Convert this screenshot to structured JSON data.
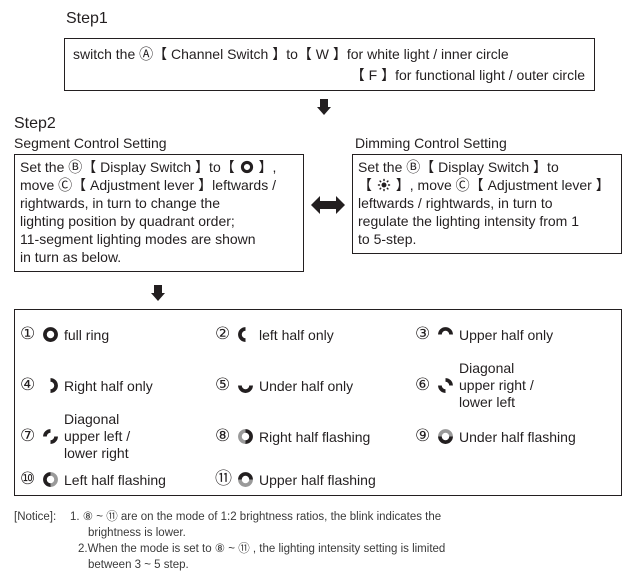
{
  "step1": {
    "title": "Step1",
    "line1": "switch the Ⓐ【 Channel Switch 】to【 W 】for white light / inner circle",
    "line2": "【 F 】for functional light / outer circle"
  },
  "step2": {
    "title": "Step2",
    "segment_heading": "Segment Control Setting",
    "dimming_heading": "Dimming Control Setting",
    "segment_lines": [
      "Set the Ⓑ【 Display Switch 】to【",
      "move Ⓒ【 Adjustment lever 】leftwards /",
      "rightwards, in turn to change the",
      "lighting position by quadrant order;",
      "11-segment lighting modes are shown",
      "in turn as below."
    ],
    "segment_line1_end": "】,",
    "dimming_lines": [
      "Set the Ⓑ【 Display Switch 】to",
      "【",
      "】, move Ⓒ【 Adjustment lever 】",
      "leftwards / rightwards, in turn to",
      "regulate the lighting intensity from 1",
      "to 5-step."
    ]
  },
  "modes": [
    {
      "num": "①",
      "label": "full ring",
      "icon": "full-ring-icon"
    },
    {
      "num": "②",
      "label": "left half only",
      "icon": "left-half-icon"
    },
    {
      "num": "③",
      "label": "Upper half only",
      "icon": "upper-half-icon"
    },
    {
      "num": "④",
      "label": "Right half only",
      "icon": "right-half-icon"
    },
    {
      "num": "⑤",
      "label": "Under half only",
      "icon": "under-half-icon"
    },
    {
      "num": "⑥",
      "label_lines": [
        "Diagonal",
        "upper right /",
        "lower left"
      ],
      "icon": "diagonal-upper-right-icon"
    },
    {
      "num": "⑦",
      "label_lines": [
        "Diagonal",
        "upper left /",
        "lower right"
      ],
      "icon": "diagonal-upper-left-icon"
    },
    {
      "num": "⑧",
      "label": "Right half flashing",
      "icon": "right-half-flashing-icon"
    },
    {
      "num": "⑨",
      "label": "Under half flashing",
      "icon": "under-half-flashing-icon"
    },
    {
      "num": "⑩",
      "label": "Left half flashing",
      "icon": "left-half-flashing-icon"
    },
    {
      "num": "⑪",
      "label": "Upper half flashing",
      "icon": "upper-half-flashing-icon"
    }
  ],
  "notice": {
    "prefix": "[Notice]:",
    "item1_a": "1. ⑧ ~ ⑪ are on the mode of 1:2 brightness ratios, the blink indicates the",
    "item1_b": "brightness is lower.",
    "item2_a": "2.When the mode is set to ⑧ ~ ⑪ , the lighting intensity setting is limited",
    "item2_b": "between 3 ~ 5 step."
  },
  "colors": {
    "ink": "#231f20",
    "dim": "#9a9a9a"
  }
}
